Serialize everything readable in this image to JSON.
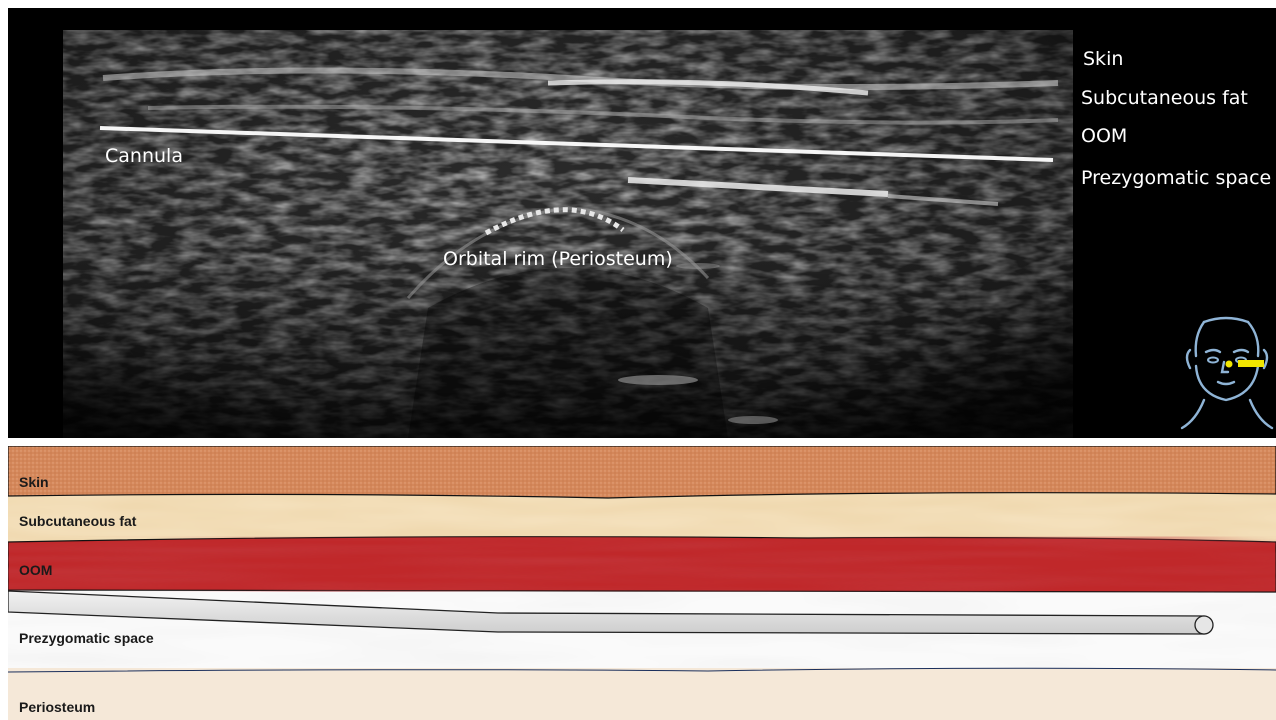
{
  "ultrasound": {
    "corner_text": "",
    "labels": {
      "skin": "Skin",
      "subcutaneous_fat": "Subcutaneous fat",
      "oom": "OOM",
      "prezygomatic_space": "Prezygomatic space",
      "cannula": "Cannula",
      "orbital_rim": "Orbital rim (Periosteum)"
    },
    "face_icon": {
      "name": "face-outline-icon",
      "line_color": "#8fb4d6",
      "marker_color": "#f2e600"
    }
  },
  "diagram": {
    "layers": {
      "skin": {
        "label": "Skin",
        "color": "#d4875a"
      },
      "subcutaneous_fat": {
        "label": "Subcutaneous fat",
        "color": "#f0d9b0"
      },
      "oom": {
        "label": "OOM",
        "color": "#c0282a"
      },
      "prezygomatic_space": {
        "label": "Prezygomatic space",
        "color": "#fafafa"
      },
      "periosteum": {
        "label": "Periosteum",
        "color": "#f5e8d8"
      }
    },
    "cannula_color": "#e4e4e4"
  }
}
